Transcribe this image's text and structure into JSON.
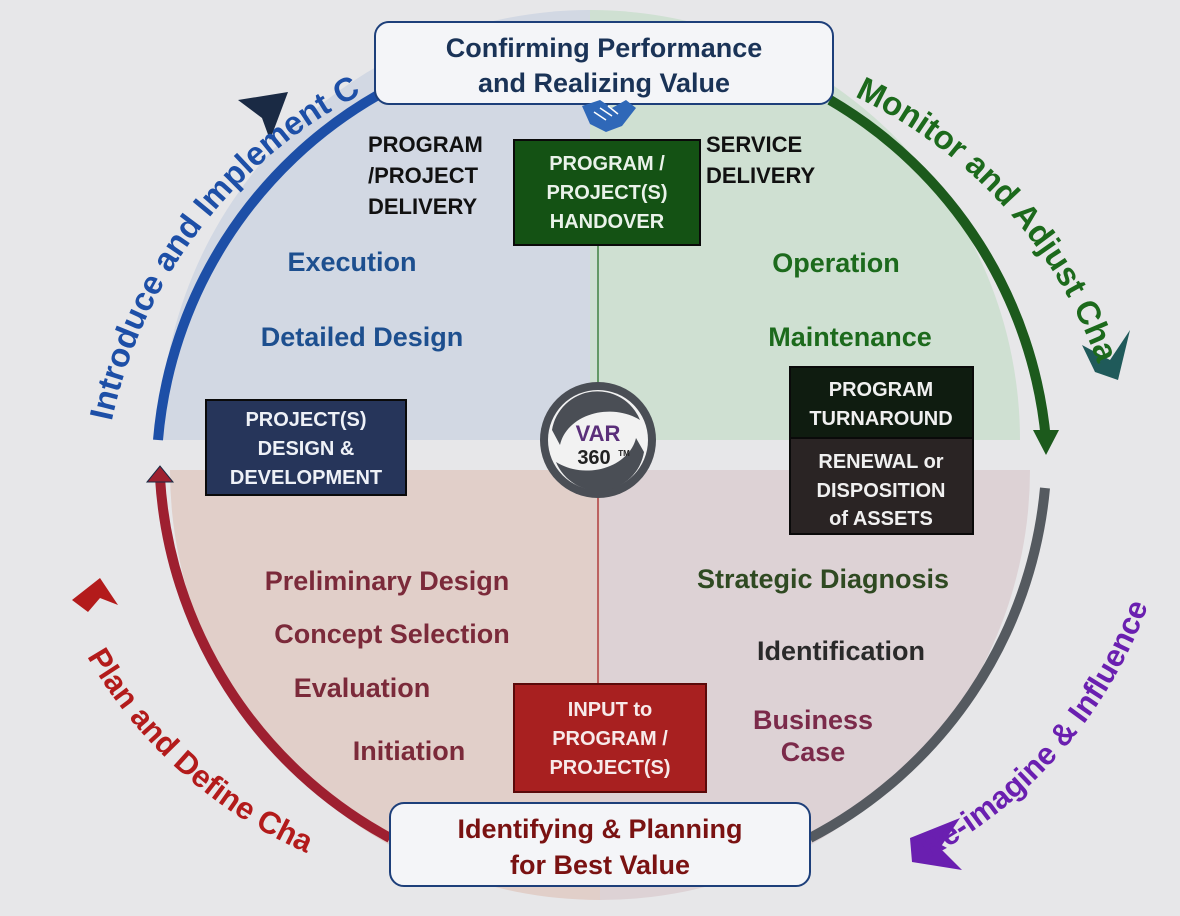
{
  "top_banner": {
    "line1": "Confirming Performance",
    "line2": "and Realizing Value"
  },
  "bottom_banner": {
    "line1": "Identifying & Planning",
    "line2": "for Best Value"
  },
  "arcs": {
    "top_left": "Introduce and Implement Change",
    "top_right": "Monitor and Adjust Change",
    "bottom_right": "Re-imagine & Influence Change",
    "bottom_left": "Plan and Define Change"
  },
  "delivery_labels": {
    "program_line1": "PROGRAM",
    "program_line2": "/PROJECT",
    "program_line3": "DELIVERY",
    "service_line1": "SERVICE",
    "service_line2": "DELIVERY"
  },
  "boxes": {
    "handover": [
      "PROGRAM /",
      "PROJECT(S)",
      "HANDOVER"
    ],
    "design_dev": [
      "PROJECT(S)",
      "DESIGN &",
      "DEVELOPMENT"
    ],
    "turnaround": [
      "PROGRAM",
      "TURNAROUND"
    ],
    "renewal": [
      "RENEWAL or",
      "DISPOSITION",
      "of ASSETS"
    ],
    "input": [
      "INPUT to",
      "PROGRAM /",
      "PROJECT(S)"
    ]
  },
  "quadrants": {
    "top_left": [
      "Execution",
      "Detailed Design"
    ],
    "top_right": [
      "Operation",
      "Maintenance"
    ],
    "bottom_left": [
      "Preliminary Design",
      "Concept Selection",
      "Evaluation",
      "Initiation"
    ],
    "bottom_right": [
      "Strategic Diagnosis",
      "Identification",
      "Business",
      "Case"
    ]
  },
  "logo": {
    "line1": "VAR",
    "line2": "360",
    "tm": "TM"
  },
  "colors": {
    "blue": "#1d4fa7",
    "navy": "#1a2a44",
    "green": "#1c6a1c",
    "dark_green": "#123b12",
    "purple": "#6a1fb0",
    "red": "#b31b1b",
    "maroon": "#7b2a3a",
    "gray": "#555a60"
  }
}
